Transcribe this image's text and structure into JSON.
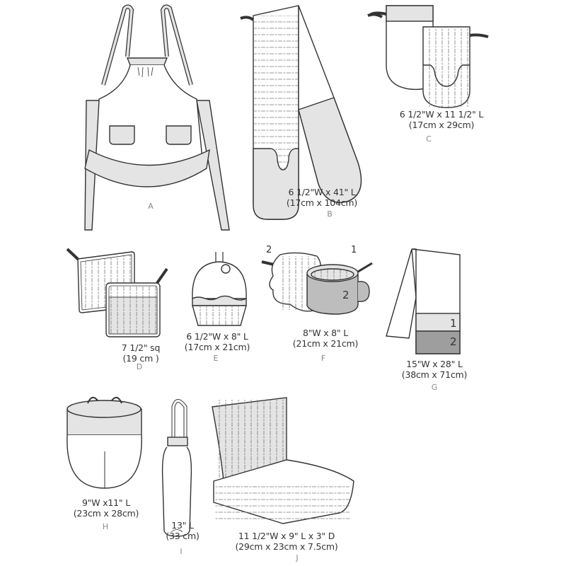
{
  "title": "Kitchen accessories sewing pattern views",
  "colors": {
    "line": "#333333",
    "fill_light": "#e4e4e4",
    "fill_mid": "#bdbdbd",
    "fill_dark": "#9e9e9e",
    "label": "#888888"
  },
  "views": [
    {
      "letter": "A",
      "item": "apron",
      "size_line1": "",
      "size_line2": ""
    },
    {
      "letter": "B",
      "item": "double oven mitt",
      "size_line1": "6 1/2\"W  x 41\" L",
      "size_line2": "(17cm x 104cm)"
    },
    {
      "letter": "C",
      "item": "oven mitts",
      "size_line1": "6 1/2\"W x 11 1/2\" L",
      "size_line2": "(17cm x 29cm)"
    },
    {
      "letter": "D",
      "item": "pot holders",
      "size_line1": "7 1/2\" sq",
      "size_line2": "(19 cm )"
    },
    {
      "letter": "E",
      "item": "cupcake pot holder",
      "size_line1": "6 1/2\"W x 8\" L",
      "size_line2": "(17cm x 21cm)"
    },
    {
      "letter": "F",
      "item": "mug pot holders",
      "size_line1": "8\"W x 8\" L",
      "size_line2": "(21cm x 21cm)",
      "callouts": [
        "2",
        "1",
        "2"
      ]
    },
    {
      "letter": "G",
      "item": "towel",
      "size_line1": "15\"W x 28\" L",
      "size_line2": "(38cm x 71cm)",
      "callouts": [
        "1",
        "2"
      ]
    },
    {
      "letter": "H",
      "item": "bowl cover",
      "size_line1": "9\"W x11\" L",
      "size_line2": "(23cm x 28cm)"
    },
    {
      "letter": "I",
      "item": "bag holder",
      "size_line1": "13\" L",
      "size_line2": "(33 cm)"
    },
    {
      "letter": "J",
      "item": "chair cushion",
      "size_line1": "11 1/2\"W x 9\" L x 3\" D",
      "size_line2": "(29cm x 23cm x 7.5cm)"
    }
  ]
}
